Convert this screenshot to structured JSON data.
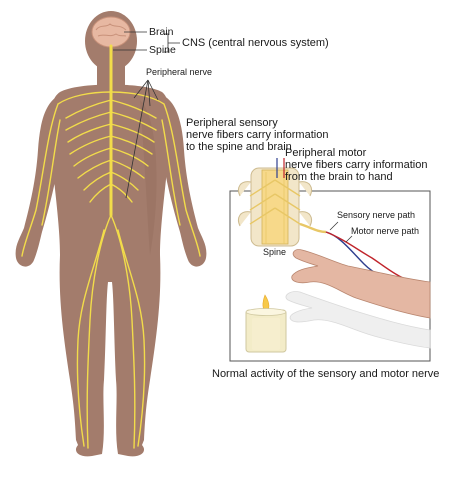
{
  "labels": {
    "brain": "Brain",
    "spine": "Spine",
    "cns": "CNS (central nervous system)",
    "peripheral_nerve": "Peripheral nerve",
    "sensory_line1": "Peripheral sensory",
    "sensory_line2": "nerve fibers carry information",
    "sensory_line3": "to the spine and brain",
    "motor_line1": "Peripheral motor",
    "motor_line2": "nerve fibers carry information",
    "motor_line3": "from the brain to hand",
    "sensory_path": "Sensory nerve path",
    "motor_path": "Motor nerve path",
    "inset_spine": "Spine",
    "caption": "Normal activity of the sensory and motor nerve"
  },
  "colors": {
    "skin": "#a37c6c",
    "skin_shadow": "#8f6a5a",
    "nerve": "#f2dc4a",
    "brain": "#e7b8a2",
    "sensory_path": "#2e3f8f",
    "motor_path": "#c0242b",
    "arm_skin": "#e4b7a3",
    "candle": "#f3ecc8"
  }
}
